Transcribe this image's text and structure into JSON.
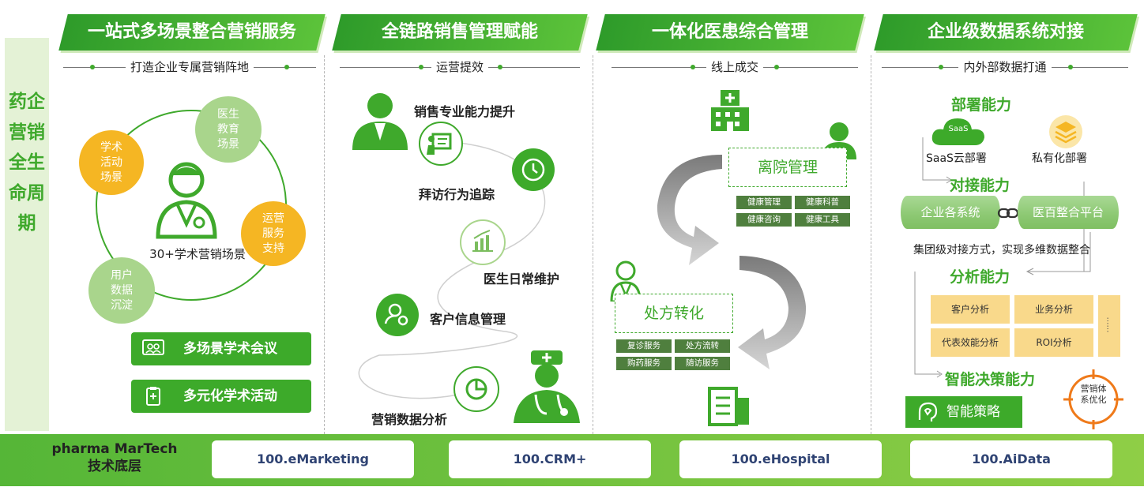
{
  "side_title": "药企营销全生命周期",
  "columns": [
    {
      "header": "一站式多场景整合营销服务",
      "subtitle": "打造企业专属营销阵地"
    },
    {
      "header": "全链路销售管理赋能",
      "subtitle": "运营提效"
    },
    {
      "header": "一体化医患综合管理",
      "subtitle": "线上成交"
    },
    {
      "header": "企业级数据系统对接",
      "subtitle": "内外部数据打通"
    }
  ],
  "col1": {
    "center_label": "30+学术营销场景",
    "bubbles": [
      {
        "text": "学术活动场景",
        "color": "#f5b623"
      },
      {
        "text": "医生教育场景",
        "color": "#a9d58c"
      },
      {
        "text": "运营服务支持",
        "color": "#f5b623"
      },
      {
        "text": "用户数据沉淀",
        "color": "#a9d58c"
      }
    ],
    "buttons": [
      "多场景学术会议",
      "多元化学术活动"
    ]
  },
  "col2": {
    "steps": [
      "销售专业能力提升",
      "拜访行为追踪",
      "医生日常维护",
      "客户信息管理",
      "营销数据分析"
    ]
  },
  "col3": {
    "discharge": "离院管理",
    "discharge_tags": [
      "健康管理",
      "健康科普",
      "健康咨询",
      "健康工具"
    ],
    "prescription": "处方转化",
    "prescription_tags": [
      "复诊服务",
      "处方流转",
      "购药服务",
      "随访服务"
    ]
  },
  "col4": {
    "deploy_title": "部署能力",
    "saas_badge": "SaaS",
    "saas": "SaaS云部署",
    "private": "私有化部署",
    "connect_title": "对接能力",
    "system_left": "企业各系统",
    "system_right": "医百整合平台",
    "connect_note": "集团级对接方式，实现多维数据整合",
    "analysis_title": "分析能力",
    "analysis_cells": [
      "客户分析",
      "业务分析",
      "代表效能分析",
      "ROI分析"
    ],
    "analysis_more": "……",
    "decision_title": "智能决策能力",
    "strategy": "智能策略",
    "optimize": "营销体系优化"
  },
  "bottom": {
    "caption_line1": "pharma MarTech",
    "caption_line2": "技术底层",
    "products": [
      "100.eMarketing",
      "100.CRM+",
      "100.eHospital",
      "100.AiData"
    ]
  },
  "colors": {
    "green": "#3fa92c",
    "orange": "#f5b623",
    "light_green": "#a9d58c",
    "tag": "#4f7f3e"
  }
}
